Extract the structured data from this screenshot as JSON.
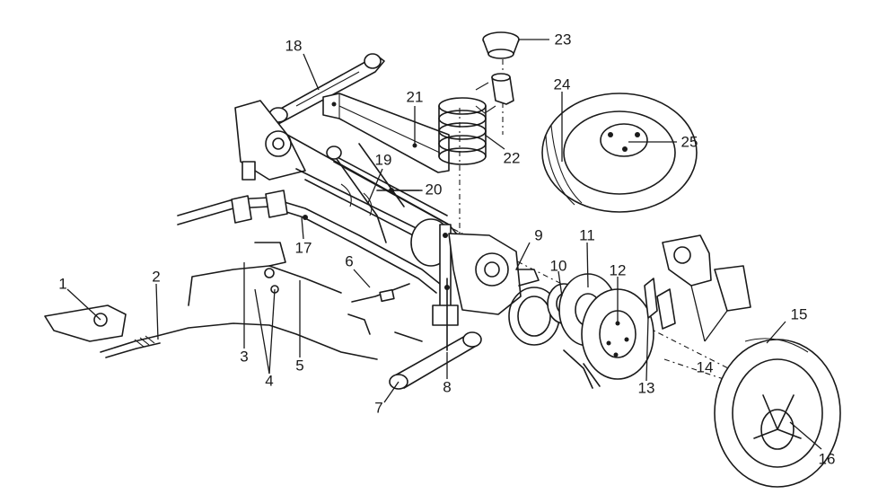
{
  "diagram": {
    "callouts": [
      {
        "id": "1",
        "text": "1"
      },
      {
        "id": "2",
        "text": "2"
      },
      {
        "id": "3",
        "text": "3"
      },
      {
        "id": "4",
        "text": "4"
      },
      {
        "id": "5",
        "text": "5"
      },
      {
        "id": "6",
        "text": "6"
      },
      {
        "id": "7",
        "text": "7"
      },
      {
        "id": "8",
        "text": "8"
      },
      {
        "id": "9",
        "text": "9"
      },
      {
        "id": "10",
        "text": "10"
      },
      {
        "id": "11",
        "text": "11"
      },
      {
        "id": "12",
        "text": "12"
      },
      {
        "id": "13",
        "text": "13"
      },
      {
        "id": "14",
        "text": "14"
      },
      {
        "id": "15",
        "text": "15"
      },
      {
        "id": "16",
        "text": "16"
      },
      {
        "id": "17",
        "text": "17"
      },
      {
        "id": "18",
        "text": "18"
      },
      {
        "id": "19",
        "text": "19"
      },
      {
        "id": "20",
        "text": "20"
      },
      {
        "id": "21",
        "text": "21"
      },
      {
        "id": "22",
        "text": "22"
      },
      {
        "id": "23",
        "text": "23"
      },
      {
        "id": "24",
        "text": "24"
      },
      {
        "id": "25",
        "text": "25"
      }
    ],
    "colors": {
      "ink": "#1a1a1a",
      "paper": "#ffffff"
    }
  }
}
